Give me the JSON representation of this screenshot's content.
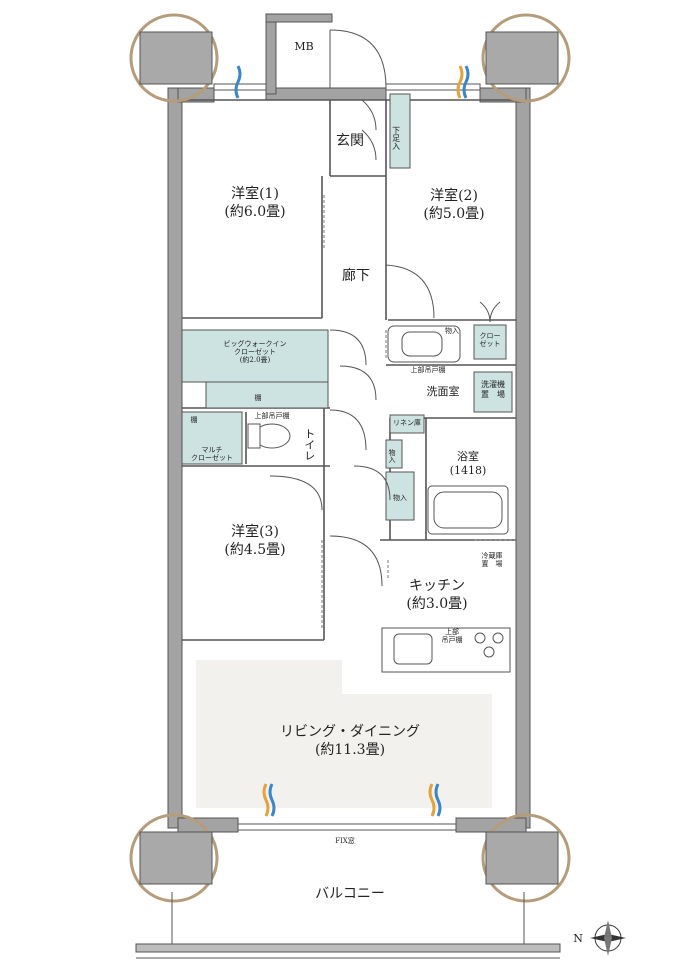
{
  "rooms": {
    "western1": {
      "name": "洋室(1)",
      "size": "(約6.0畳)"
    },
    "western2": {
      "name": "洋室(2)",
      "size": "(約5.0畳)"
    },
    "western3": {
      "name": "洋室(3)",
      "size": "(約4.5畳)"
    },
    "entrance": "玄関",
    "corridor": "廊下",
    "shoe_storage": "下足入",
    "mb": "MB",
    "walk_in": {
      "line1": "ビッグウォークイン",
      "line2": "クローゼット",
      "size": "(約2.0畳)",
      "shelf": "棚"
    },
    "multi_closet": {
      "shelf": "棚",
      "line1": "マルチ",
      "line2": "クローゼット"
    },
    "toilet": "トイレ",
    "toilet_upper": "上部吊戸棚",
    "washroom": "洗面室",
    "washroom_upper": "上部吊戸棚",
    "washer": {
      "line1": "洗濯機",
      "line2": "置　場"
    },
    "linen": "リネン庫",
    "closet2": {
      "line1": "クロー",
      "line2": "ゼット"
    },
    "storage_small": "物入",
    "storage_a": "物入",
    "storage_b": "物入",
    "bath": {
      "name": "浴室",
      "size": "(1418)"
    },
    "kitchen": {
      "name": "キッチン",
      "size": "(約3.0畳)"
    },
    "kitchen_upper": {
      "line1": "上部",
      "line2": "吊戸棚"
    },
    "fridge": {
      "line1": "冷蔵庫",
      "line2": "置　場"
    },
    "living": {
      "name": "リビング・ダイニング",
      "size": "(約11.3畳)"
    },
    "fix_window": "FIX窓",
    "balcony": "バルコニー"
  },
  "compass": {
    "label": "N"
  },
  "colors": {
    "wall": "#9a9a9a",
    "wall_edge": "#555555",
    "storage": "#cde3e1",
    "living_floor": "#f3f1ee",
    "column_ring": "#b59c7a",
    "column_fill": "#a9a9a9",
    "airflow_blue": "#3b86c8",
    "airflow_orange": "#e4a23c"
  }
}
